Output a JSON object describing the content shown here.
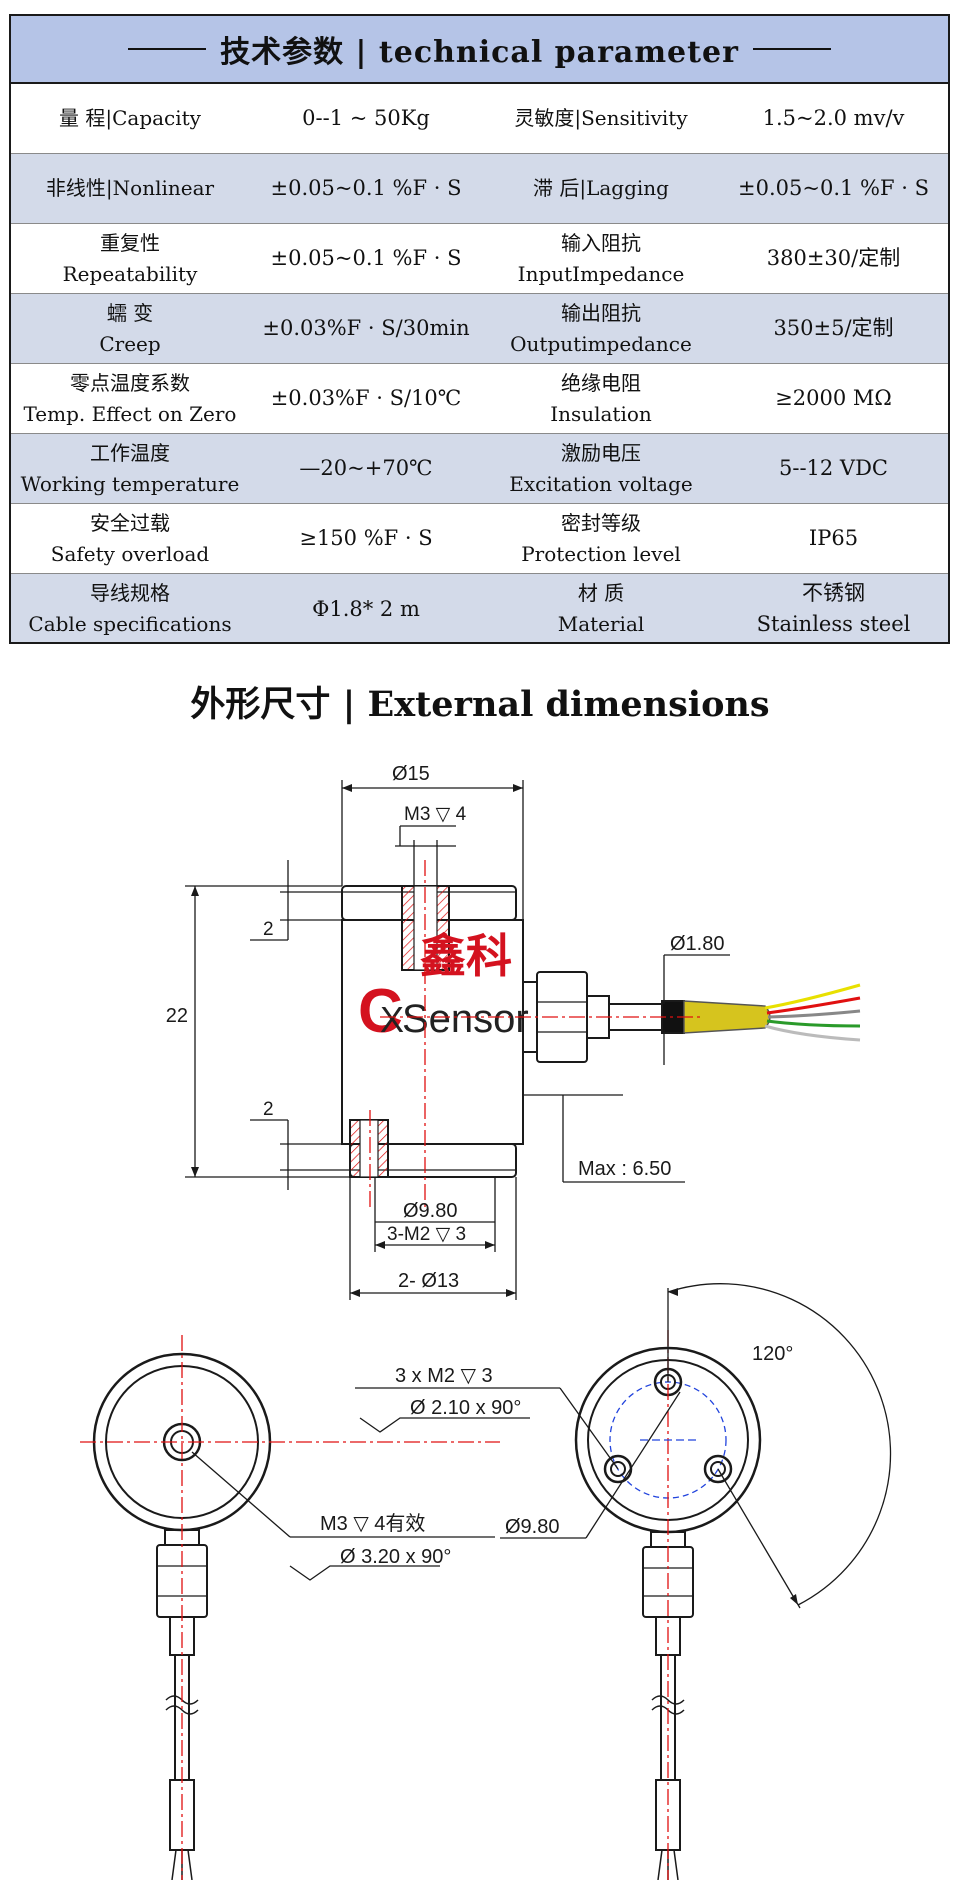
{
  "table": {
    "title": "技术参数 | technical parameter",
    "rows": [
      [
        {
          "zh": "量  程|Capacity",
          "en": ""
        },
        {
          "value": "0--1 ~ 50Kg"
        },
        {
          "zh": "灵敏度|Sensitivity",
          "en": ""
        },
        {
          "value": "1.5~2.0 mv/v"
        }
      ],
      [
        {
          "zh": "非线性|Nonlinear",
          "en": ""
        },
        {
          "value": "±0.05~0.1 %F · S"
        },
        {
          "zh": "滞  后|Lagging",
          "en": ""
        },
        {
          "value": "±0.05~0.1 %F · S"
        }
      ],
      [
        {
          "zh": "重复性",
          "en": "Repeatability"
        },
        {
          "value": "±0.05~0.1 %F · S"
        },
        {
          "zh": "输入阻抗",
          "en": "InputImpedance"
        },
        {
          "value": "380±30/定制"
        }
      ],
      [
        {
          "zh": "蠕  变",
          "en": "Creep"
        },
        {
          "value": "±0.03%F · S/30min"
        },
        {
          "zh": "输出阻抗",
          "en": "Outputimpedance"
        },
        {
          "value": "350±5/定制"
        }
      ],
      [
        {
          "zh": "零点温度系数",
          "en": "Temp. Effect on Zero"
        },
        {
          "value": "±0.03%F · S/10℃"
        },
        {
          "zh": "绝缘电阻",
          "en": "Insulation"
        },
        {
          "value": "≥2000 MΩ"
        }
      ],
      [
        {
          "zh": "工作温度",
          "en": "Working temperature"
        },
        {
          "value": "—20~+70℃"
        },
        {
          "zh": "激励电压",
          "en": "Excitation voltage"
        },
        {
          "value": "5--12 VDC"
        }
      ],
      [
        {
          "zh": "安全过载",
          "en": "Safety overload"
        },
        {
          "value": "≥150 %F · S"
        },
        {
          "zh": "密封等级",
          "en": "Protection level"
        },
        {
          "value": "IP65"
        }
      ],
      [
        {
          "zh": "导线规格",
          "en": "Cable specifications"
        },
        {
          "value": "Φ1.8* 2 m"
        },
        {
          "zh": "材  质",
          "en": "Material"
        },
        {
          "value": "不锈钢",
          "value2": "Stainless steel"
        }
      ]
    ]
  },
  "dimensions": {
    "title": "外形尺寸 | External dimensions",
    "labels": {
      "dia15": "Ø15",
      "m3top": "M3 ▽ 4",
      "cable_dia": "Ø1.80",
      "height22": "22",
      "step2_top": "2",
      "step2_bot": "2",
      "max650": "Max : 6.50",
      "dia980_front": "Ø9.80",
      "m2_front": "3-M2 ▽ 3",
      "dia13": "2- Ø13",
      "m2_spec": "3 x  M2 ▽ 3",
      "chamfer_210": "Ø 2.10 x 90°",
      "angle120": "120°",
      "m3_spec": "M3  ▽ 4有效",
      "chamfer_320": "Ø 3.20 x 90°",
      "dia980_back": "Ø9.80"
    },
    "logo": {
      "zh": "鑫科",
      "text": "Sensor",
      "letters": "CX"
    },
    "colors": {
      "centerline": "#e01010",
      "line": "#1a1a1a",
      "bolt_circle": "#2244dd",
      "cable_sheath": "#d6c41e",
      "logo_red": "#d4121f"
    },
    "wire_colors": [
      "#e8e000",
      "#e01010",
      "#b0b0b0",
      "#2a9a2a",
      "#ffffff"
    ]
  }
}
